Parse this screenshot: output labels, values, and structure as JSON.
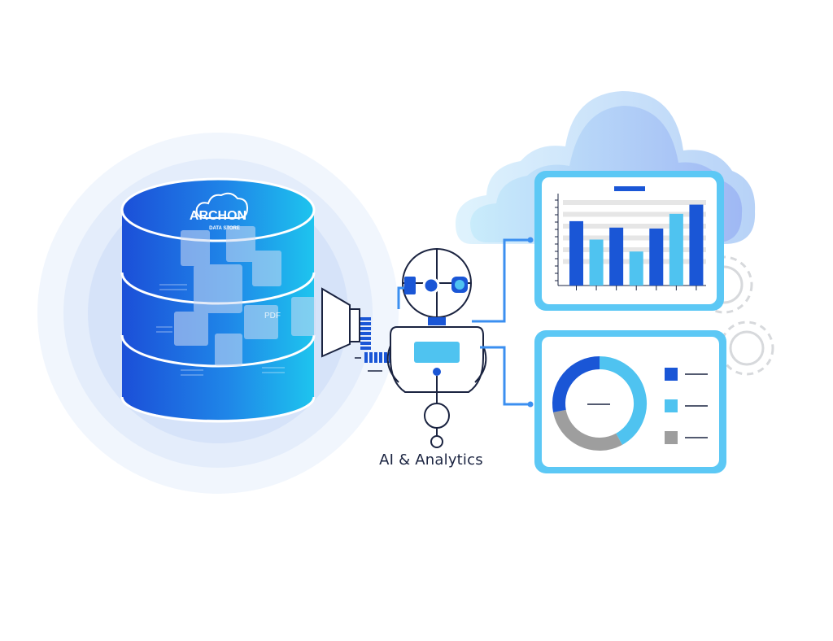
{
  "database": {
    "logo_main": "ARCHON",
    "logo_sub": "DATA STORE",
    "document_label": "PDF"
  },
  "robot": {
    "caption": "AI & Analytics"
  },
  "bar_panel": {
    "chart_data": {
      "type": "bar",
      "title": "",
      "categories": [
        "",
        "",
        "",
        "",
        "",
        "",
        ""
      ],
      "values": [
        70,
        50,
        63,
        37,
        62,
        78,
        88
      ],
      "ylim": [
        0,
        100
      ],
      "bar_colors": [
        "#1a56d6",
        "#4fc3f0",
        "#1a56d6",
        "#4fc3f0",
        "#1a56d6",
        "#4fc3f0",
        "#1a56d6"
      ],
      "grid": true
    }
  },
  "donut_panel": {
    "chart_data": {
      "type": "pie",
      "style": "donut",
      "values": [
        42,
        30,
        28
      ],
      "colors": [
        "#4fc3f0",
        "#9e9e9e",
        "#1a56d6"
      ],
      "legend_position": "right"
    }
  },
  "colors": {
    "primary_blue": "#1a56d6",
    "light_blue": "#4fc3f0",
    "gray": "#9e9e9e",
    "panel_border": "#5cc8f5",
    "cloud": "#a9cdf7"
  }
}
